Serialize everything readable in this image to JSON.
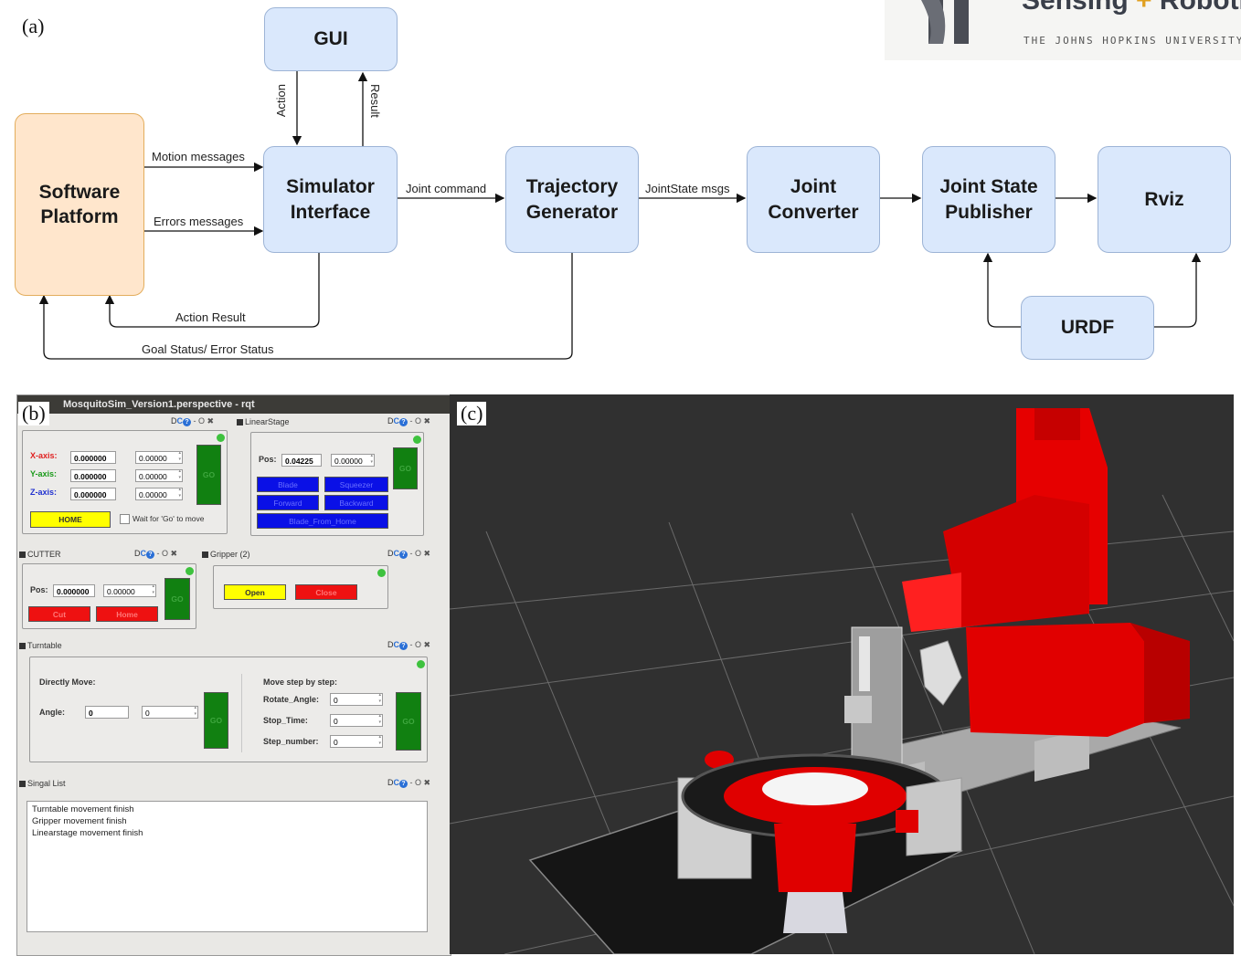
{
  "panels": {
    "a": "(a)",
    "b": "(b)",
    "c": "(c)"
  },
  "logo": {
    "title_part1": "Sensing",
    "title_plus": "+",
    "title_part2": "Robotics",
    "subtitle": "THE JOHNS HOPKINS UNIVERSITY"
  },
  "diagram": {
    "nodes": {
      "gui": "GUI",
      "software_platform": "Software\nPlatform",
      "simulator_interface": "Simulator\nInterface",
      "trajectory_generator": "Trajectory\nGenerator",
      "joint_converter": "Joint\nConverter",
      "joint_state_publisher": "Joint State\nPublisher",
      "rviz": "Rviz",
      "urdf": "URDF"
    },
    "edges": {
      "action": "Action",
      "result": "Result",
      "motion_messages": "Motion messages",
      "errors_messages": "Errors messages",
      "joint_command": "Joint command",
      "jointstate_msgs": "JointState msgs",
      "action_result": "Action Result",
      "goal_status": "Goal Status/ Error Status"
    }
  },
  "rqt": {
    "window_title": "MosquitoSim_Version1.perspective - rqt",
    "dock_controls": "D C ? - O X",
    "xyz": {
      "x_label": "X-axis:",
      "y_label": "Y-axis:",
      "z_label": "Z-axis:",
      "x_value": "0.000000",
      "y_value": "0.000000",
      "z_value": "0.000000",
      "x_step": "0.00000",
      "y_step": "0.00000",
      "z_step": "0.00000",
      "go": "GO",
      "home": "HOME",
      "wait_label": "Wait for 'Go' to move"
    },
    "linear_stage": {
      "title": "LinearStage",
      "pos_label": "Pos:",
      "pos_value": "0.04225",
      "pos_step": "0.00000",
      "go": "GO",
      "blade": "Blade",
      "squeezer": "Squeezer",
      "forward": "Forward",
      "backward": "Backward",
      "blade_from_home": "Blade_From_Home"
    },
    "cutter": {
      "title": "CUTTER",
      "pos_label": "Pos:",
      "pos_value": "0.000000",
      "pos_step": "0.00000",
      "cut": "Cut",
      "home": "Home",
      "go": "GO"
    },
    "gripper": {
      "title": "Gripper (2)",
      "open": "Open",
      "close": "Close"
    },
    "turntable": {
      "title": "Turntable",
      "directly_move": "Directly Move:",
      "angle_label": "Angle:",
      "angle_value": "0",
      "angle_step": "0",
      "go": "GO",
      "step_by_step": "Move step by step:",
      "rotate_angle": "Rotate_Angle:",
      "stop_time": "Stop_Time:",
      "step_number": "Step_number:",
      "rotate_value": "0",
      "stop_value": "0",
      "step_value": "0",
      "go2": "GO"
    },
    "signal_list": {
      "title": "Singal List",
      "items": [
        "Turntable movement finish",
        "Gripper movement finish",
        "Linearstage movement finish"
      ]
    }
  },
  "colors": {
    "node_fill": "#dae8fc",
    "platform_fill": "#ffe6cc",
    "robot_red": "#ee0000",
    "rviz_bg": "#303030"
  }
}
